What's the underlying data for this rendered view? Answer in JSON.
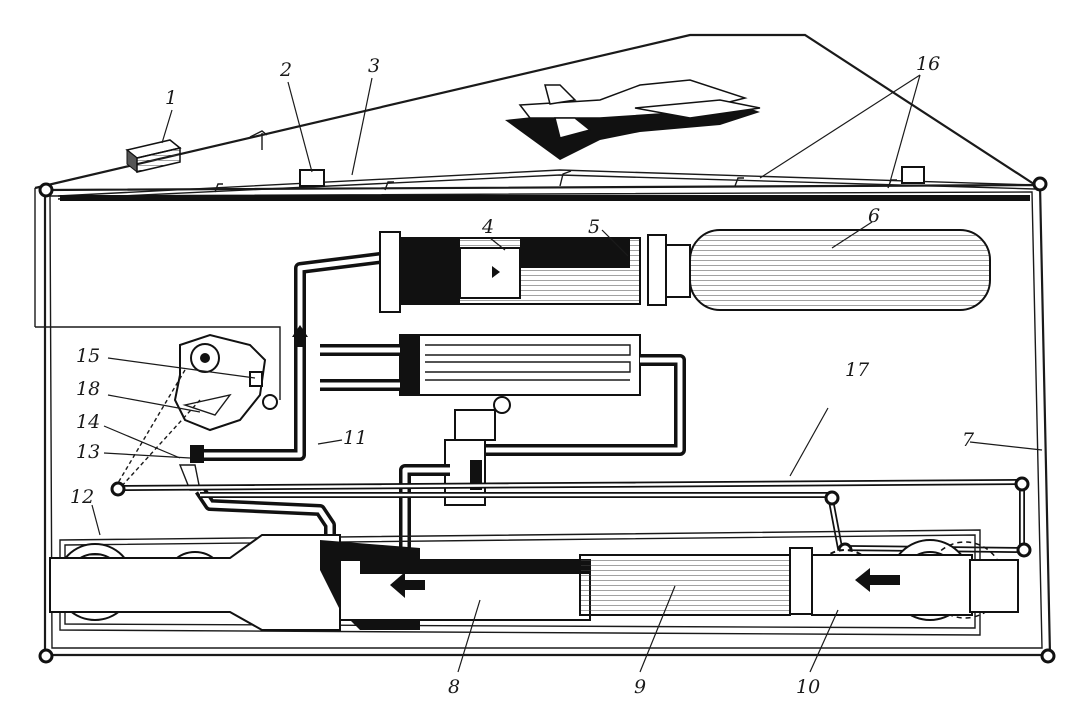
{
  "callouts": [
    {
      "id": "1",
      "text": "1"
    },
    {
      "id": "2",
      "text": "2"
    },
    {
      "id": "3",
      "text": "3"
    },
    {
      "id": "4",
      "text": "4"
    },
    {
      "id": "5",
      "text": "5"
    },
    {
      "id": "6",
      "text": "6"
    },
    {
      "id": "7",
      "text": "7"
    },
    {
      "id": "8",
      "text": "8"
    },
    {
      "id": "9",
      "text": "9"
    },
    {
      "id": "10",
      "text": "10"
    },
    {
      "id": "11",
      "text": "11"
    },
    {
      "id": "12",
      "text": "12"
    },
    {
      "id": "13",
      "text": "13"
    },
    {
      "id": "14",
      "text": "14"
    },
    {
      "id": "15",
      "text": "15"
    },
    {
      "id": "16",
      "text": "16"
    },
    {
      "id": "17",
      "text": "17"
    },
    {
      "id": "18",
      "text": "18"
    }
  ],
  "colors": {
    "ink": "#111111",
    "paper": "#ffffff"
  }
}
